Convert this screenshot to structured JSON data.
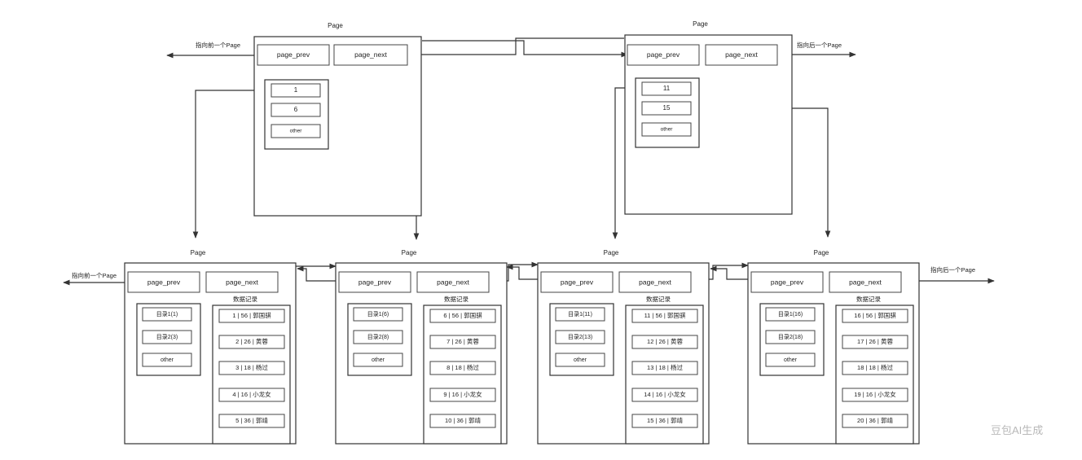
{
  "labels": {
    "page": "Page",
    "page_prev": "page_prev",
    "page_next": "page_next",
    "other": "other",
    "data_records": "数据记录",
    "point_prev": "指向前一个Page",
    "point_next": "指向后一个Page",
    "watermark": "豆包AI生成"
  },
  "top_pages": [
    {
      "dir_entries": [
        "1",
        "6",
        "other"
      ]
    },
    {
      "dir_entries": [
        "11",
        "15",
        "other"
      ]
    }
  ],
  "leaf_pages": [
    {
      "dir_entries": [
        "目录1(1)",
        "目录2(3)",
        "other"
      ],
      "records": [
        "1 | 56 | 郭国骐",
        "2 | 26 | 黄蓉",
        "3 | 18 | 杨过",
        "4 | 16 | 小龙女",
        "5 | 36 | 郭靖"
      ]
    },
    {
      "dir_entries": [
        "目录1(6)",
        "目录2(8)",
        "other"
      ],
      "records": [
        "6 | 56 | 郭国骐",
        "7 | 26 | 黄蓉",
        "8 | 18 | 杨过",
        "9 | 16 | 小龙女",
        "10 | 36 | 郭靖"
      ]
    },
    {
      "dir_entries": [
        "目录1(11)",
        "目录2(13)",
        "other"
      ],
      "records": [
        "11 | 56 | 郭国骐",
        "12 | 26 | 黄蓉",
        "13 | 18 | 杨过",
        "14 | 16 | 小龙女",
        "15 | 36 | 郭靖"
      ]
    },
    {
      "dir_entries": [
        "目录1(16)",
        "目录2(18)",
        "other"
      ],
      "records": [
        "16 | 56 | 郭国骐",
        "17 | 26 | 黄蓉",
        "18 | 18 | 杨过",
        "19 | 16 | 小龙女",
        "20 | 36 | 郭靖"
      ]
    }
  ]
}
